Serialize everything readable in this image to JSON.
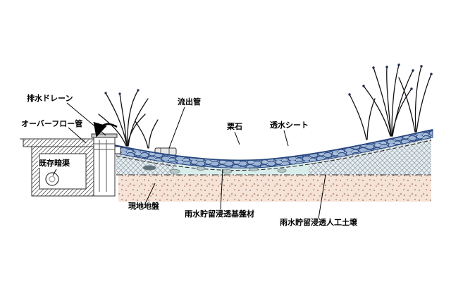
{
  "diagram": {
    "labels": {
      "drain": "排水ドレーン",
      "overflow_pipe": "オーバーフロー管",
      "existing_culvert": "既存暗渠",
      "outflow_pipe": "流出管",
      "cobblestone": "栗石",
      "permeable_sheet": "透水シート",
      "existing_ground": "現地地盤",
      "base_material": "雨水貯留浸透基盤材",
      "artificial_soil": "雨水貯留浸透人工土壌"
    },
    "colors": {
      "cobble_outline": "#2a4a85",
      "cobble_fill": "#9db4d4",
      "storage_layer": "#d9edea",
      "ground_fill": "#f5e3d8",
      "ground_dots": "#bf9280",
      "soil_hatch": "#8b9aa8",
      "line": "#1a1a1a"
    }
  }
}
